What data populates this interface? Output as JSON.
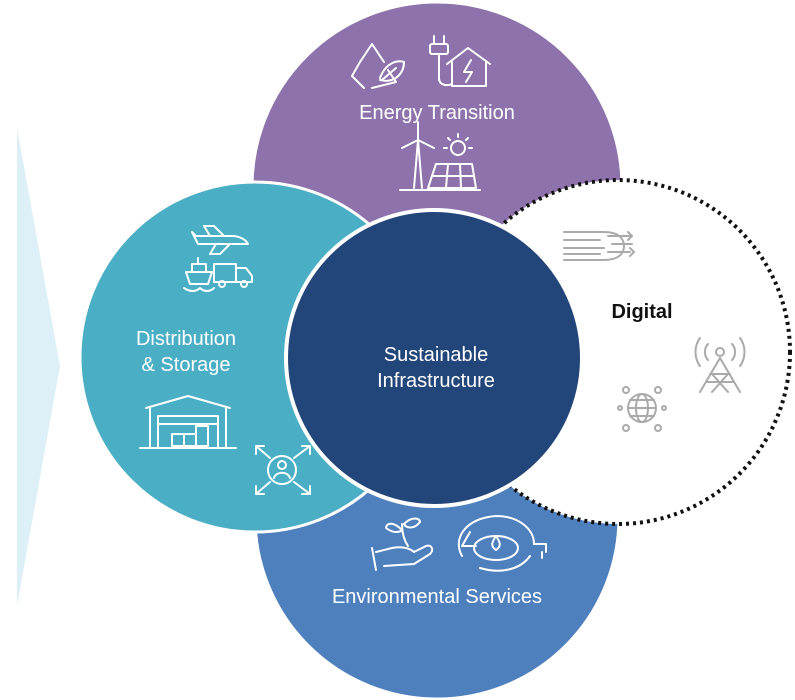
{
  "colors": {
    "energy": "#8E72AB",
    "distribution": "#4AAEC4",
    "environmental": "#4E80BD",
    "center": "#23467A",
    "digital_border": "#111111",
    "arrow": "#DDEFF7",
    "icon_stroke": "#FFFFFF",
    "icon_stroke_digital": "#AAAAAA"
  },
  "center": {
    "line1": "Sustainable",
    "line2": "Infrastructure"
  },
  "energy": {
    "label": "Energy Transition",
    "icons": [
      "recycle-icon",
      "plug-house-icon",
      "wind-solar-icon"
    ]
  },
  "distribution": {
    "line1": "Distribution",
    "line2": "& Storage",
    "icons": [
      "airplane-icon",
      "ship-truck-icon",
      "warehouse-icon",
      "network-person-icon"
    ]
  },
  "environmental": {
    "label": "Environmental Services",
    "icons": [
      "hand-plant-icon",
      "water-cycle-icon"
    ]
  },
  "digital": {
    "label": "Digital",
    "icons": [
      "fiber-cable-icon",
      "cell-tower-icon",
      "globe-network-icon"
    ]
  }
}
